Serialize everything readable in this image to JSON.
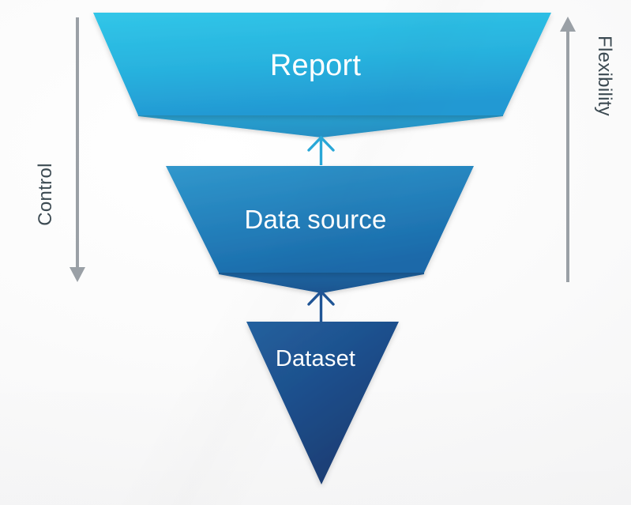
{
  "diagram": {
    "title": "Inverted funnel: Report / Data source / Dataset",
    "background_color": "#fafafa",
    "stages": [
      {
        "id": "report",
        "label": "Report",
        "label_color": "#ffffff",
        "fill_top": "#2fc3e6",
        "fill_bottom": "#24a2d8",
        "shadow_fill": "#2493c9",
        "shape": "trapezoid"
      },
      {
        "id": "data-source",
        "label": "Data source",
        "label_color": "#ffffff",
        "fill_top": "#2d92c8",
        "fill_bottom": "#1c6cab",
        "shadow_fill": "#1c5d9c",
        "shape": "trapezoid"
      },
      {
        "id": "dataset",
        "label": "Dataset",
        "label_color": "#ffffff",
        "fill_top": "#1f5d9e",
        "fill_bottom": "#1b3a74",
        "shadow_fill": "#1b3a74",
        "shape": "triangle"
      }
    ],
    "flow_arrows": [
      {
        "id": "arrow-dataset-to-datasource",
        "color": "#1f5596",
        "direction": "up"
      },
      {
        "id": "arrow-datasource-to-report",
        "color": "#29a8d8",
        "direction": "up"
      }
    ],
    "axes": [
      {
        "id": "control",
        "label": "Control",
        "direction": "down",
        "side": "left",
        "color": "#9aa0a6",
        "label_color": "#3c4a52"
      },
      {
        "id": "flexibility",
        "label": "Flexibility",
        "direction": "up",
        "side": "right",
        "color": "#9aa0a6",
        "label_color": "#3c4a52"
      }
    ]
  }
}
